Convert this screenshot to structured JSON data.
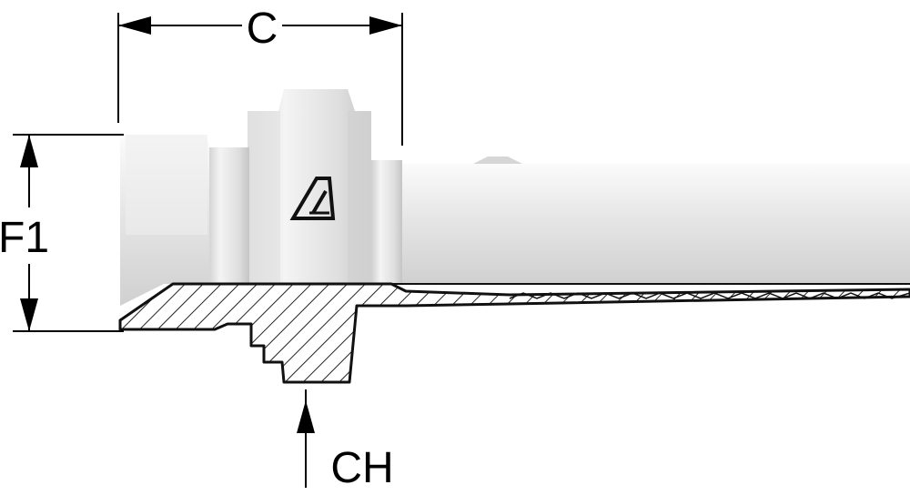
{
  "labels": {
    "c": "C",
    "f1": "F1",
    "ch": "CH"
  },
  "colors": {
    "metal_light": "#efefef",
    "metal_mid": "#dcdcdc",
    "metal_dark": "#b9b9b9",
    "outline": "#111111",
    "line": "#000000",
    "background": "#ffffff"
  },
  "icons": {
    "logo": "manufacturer-logo-icon"
  }
}
